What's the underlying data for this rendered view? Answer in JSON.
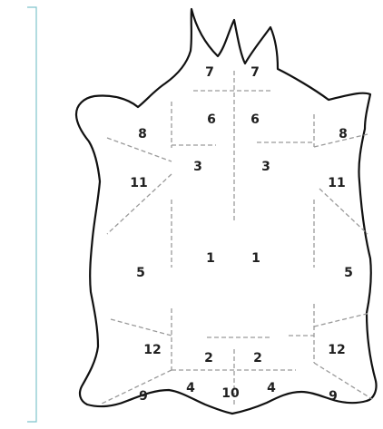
{
  "regions": [
    {
      "id": "left-7",
      "label": "7"
    },
    {
      "id": "right-7",
      "label": "7"
    },
    {
      "id": "left-6",
      "label": "6"
    },
    {
      "id": "right-6",
      "label": "6"
    },
    {
      "id": "left-8",
      "label": "8"
    },
    {
      "id": "right-8",
      "label": "8"
    },
    {
      "id": "left-3",
      "label": "3"
    },
    {
      "id": "right-3",
      "label": "3"
    },
    {
      "id": "left-11",
      "label": "11"
    },
    {
      "id": "right-11",
      "label": "11"
    },
    {
      "id": "left-1",
      "label": "1"
    },
    {
      "id": "right-1",
      "label": "1"
    },
    {
      "id": "left-5",
      "label": "5"
    },
    {
      "id": "right-5",
      "label": "5"
    },
    {
      "id": "left-12",
      "label": "12"
    },
    {
      "id": "right-12",
      "label": "12"
    },
    {
      "id": "left-2",
      "label": "2"
    },
    {
      "id": "right-2",
      "label": "2"
    },
    {
      "id": "left-4",
      "label": "4"
    },
    {
      "id": "right-4",
      "label": "4"
    },
    {
      "id": "center-10",
      "label": "10"
    },
    {
      "id": "left-9",
      "label": "9"
    },
    {
      "id": "right-9",
      "label": "9"
    }
  ],
  "colors": {
    "outline": "#111111",
    "cut_lines": "#9a9a9a",
    "labels": "#1f1f1f",
    "side_bracket": "#7fc4cc",
    "background": "#ffffff"
  }
}
